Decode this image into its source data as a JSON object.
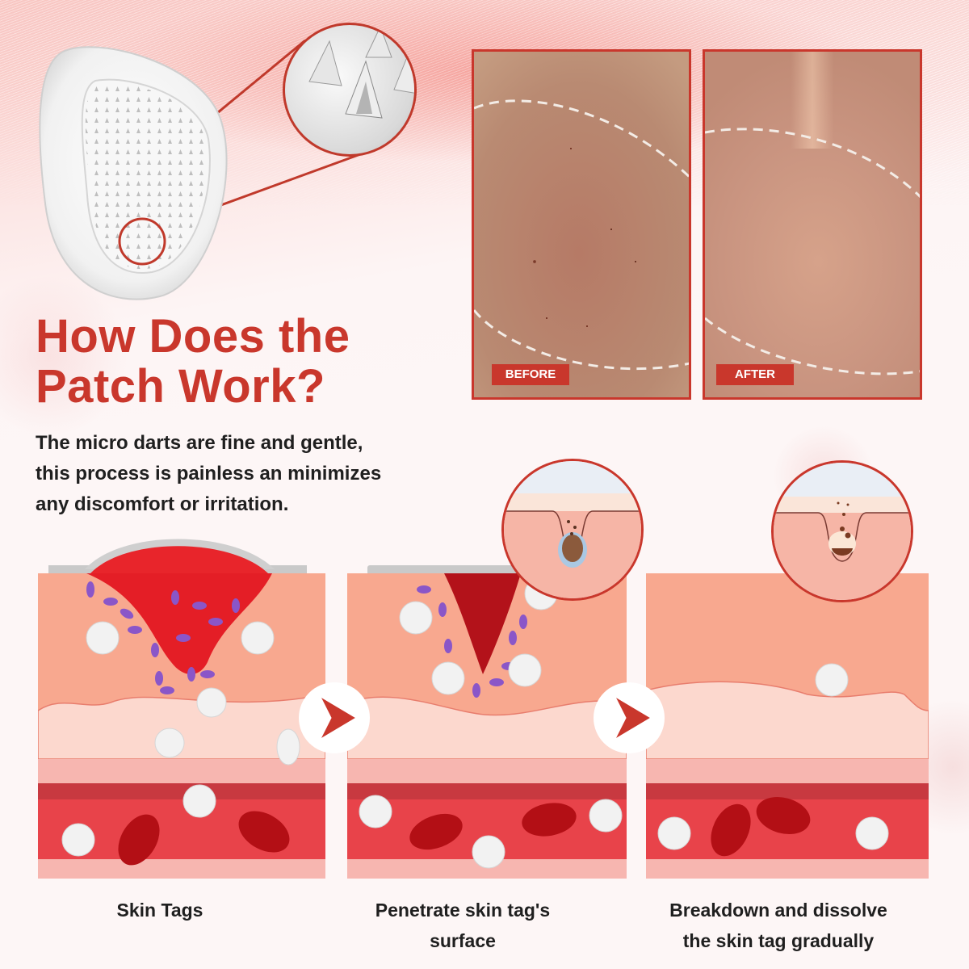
{
  "headline": {
    "line1": "How Does the",
    "line2": "Patch Work?"
  },
  "description": {
    "line1": "The micro darts are fine and gentle,",
    "line2": "this process is painless an minimizes",
    "line3": "any discomfort or irritation."
  },
  "comparison": {
    "before_label": "BEFORE",
    "after_label": "AFTER"
  },
  "steps": [
    {
      "caption_line1": "Skin Tags",
      "caption_line2": ""
    },
    {
      "caption_line1": "Penetrate skin tag's",
      "caption_line2": "surface"
    },
    {
      "caption_line1": "Breakdown and dissolve",
      "caption_line2": "the skin tag gradually"
    }
  ],
  "colors": {
    "accent_red": "#c9372c",
    "text_dark": "#1f1f1f",
    "skin_upper": "#f7a98e",
    "skin_lower": "#fcd6cc",
    "vessel": "#e8434a"
  },
  "icons": {
    "step_arrow": "chevron-right-icon",
    "patch": "microneedle-patch-icon",
    "magnifier": "magnify-circle-icon"
  }
}
